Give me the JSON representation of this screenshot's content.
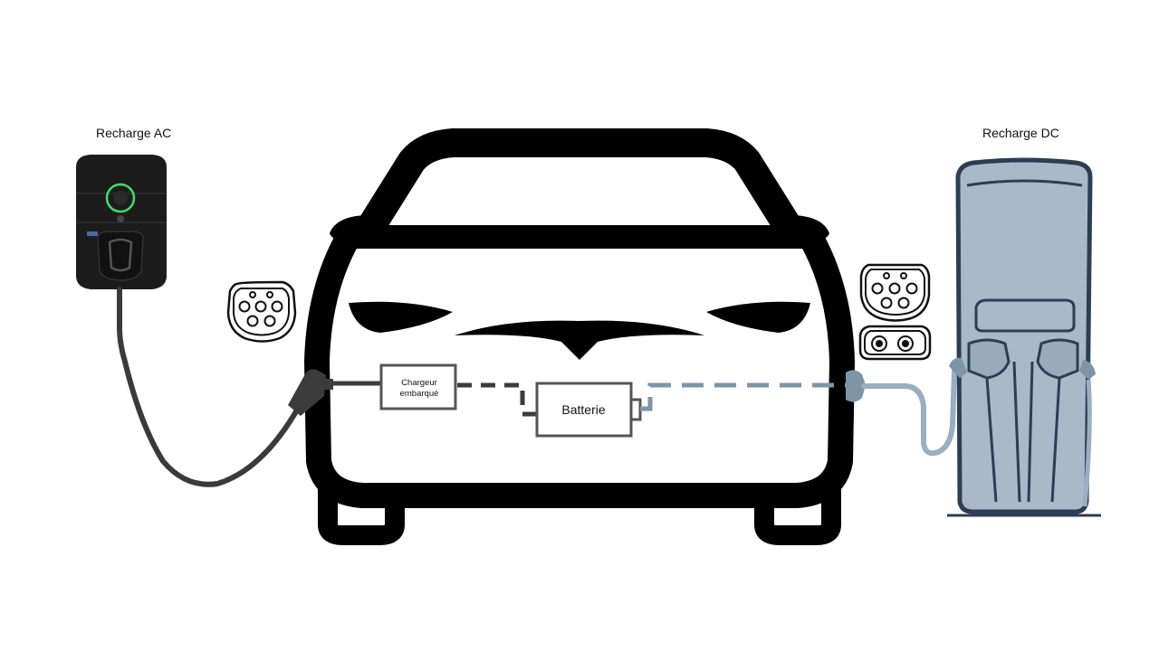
{
  "labels": {
    "ac_title": "Recharge AC",
    "dc_title": "Recharge DC",
    "onboard_charger_line1": "Chargeur",
    "onboard_charger_line2": "embarqué",
    "battery": "Batterie"
  },
  "colors": {
    "ac_path": "#3c3c3c",
    "dc_path": "#7e95a8",
    "dc_station_fill": "#aab8c7",
    "dc_station_stroke": "#2d3e52",
    "car_outline": "#000000",
    "wallbox_body": "#1c1c1c",
    "wallbox_ring": "#3ddc6e"
  },
  "icons": {
    "wallbox": "ac-wallbox-icon",
    "ac_connector": "type2-connector-icon",
    "dc_connector": "ccs-combo-connector-icon",
    "dc_station": "dc-charging-station-icon",
    "car": "car-front-icon"
  }
}
